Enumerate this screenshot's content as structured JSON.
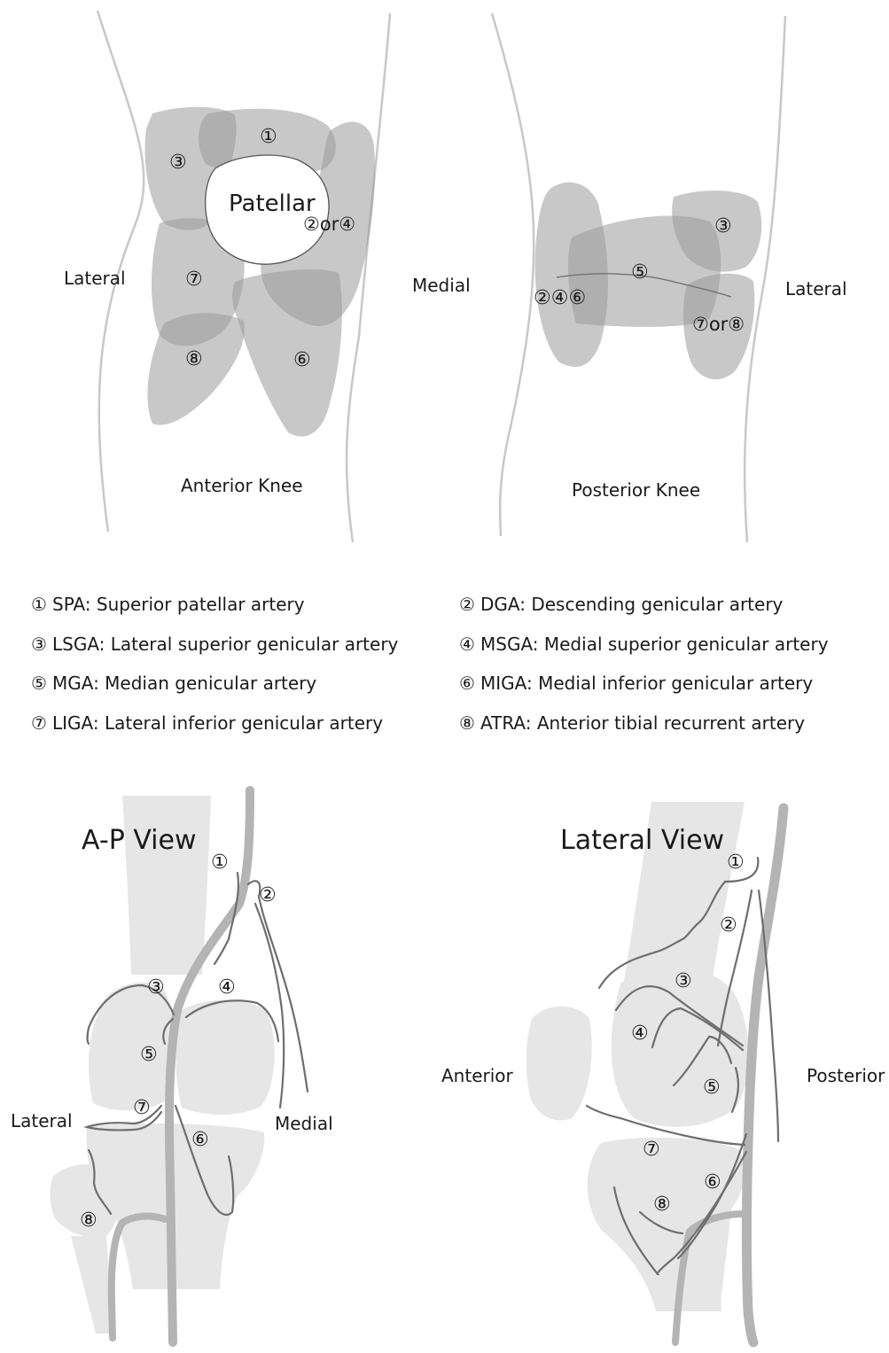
{
  "anterior_knee": {
    "label_lateral": "Lateral",
    "label_medial": "Medial",
    "caption": "Anterior Knee",
    "patella_label": "Patellar",
    "markers": {
      "m1": "①",
      "m3": "③",
      "m2or4": "②or④",
      "m7": "⑦",
      "m8": "⑧",
      "m6": "⑥"
    }
  },
  "posterior_knee": {
    "label_lateral": "Lateral",
    "caption": "Posterior Knee",
    "markers": {
      "m3": "③",
      "m5": "⑤",
      "m246": "②④⑥",
      "m7or8": "⑦or⑧"
    }
  },
  "legend": [
    {
      "num": "①",
      "text": "SPA: Superior patellar artery"
    },
    {
      "num": "②",
      "text": "DGA: Descending genicular artery"
    },
    {
      "num": "③",
      "text": "LSGA: Lateral superior genicular artery"
    },
    {
      "num": "④",
      "text": "MSGA: Medial superior genicular artery"
    },
    {
      "num": "⑤",
      "text": "MGA: Median genicular artery"
    },
    {
      "num": "⑥",
      "text": "MIGA: Medial inferior genicular artery"
    },
    {
      "num": "⑦",
      "text": "LIGA: Lateral inferior genicular artery"
    },
    {
      "num": "⑧",
      "text": "ATRA: Anterior tibial recurrent artery"
    }
  ],
  "ap_view": {
    "title": "A-P View",
    "label_lateral": "Lateral",
    "label_medial": "Medial",
    "markers": {
      "m1": "①",
      "m2": "②",
      "m3": "③",
      "m4": "④",
      "m5": "⑤",
      "m7": "⑦",
      "m6": "⑥",
      "m8": "⑧"
    }
  },
  "lateral_view": {
    "title": "Lateral View",
    "label_anterior": "Anterior",
    "label_posterior": "Posterior",
    "markers": {
      "m1": "①",
      "m2": "②",
      "m3": "③",
      "m4": "④",
      "m5": "⑤",
      "m7": "⑦",
      "m6": "⑥",
      "m8": "⑧"
    }
  },
  "colors": {
    "zone_fill": "#9a9a9a",
    "bone_fill": "#e6e6e6",
    "artery_stroke": "#6e6e6e",
    "main_artery": "#b4b4b4",
    "outline": "#c8c8c8"
  }
}
